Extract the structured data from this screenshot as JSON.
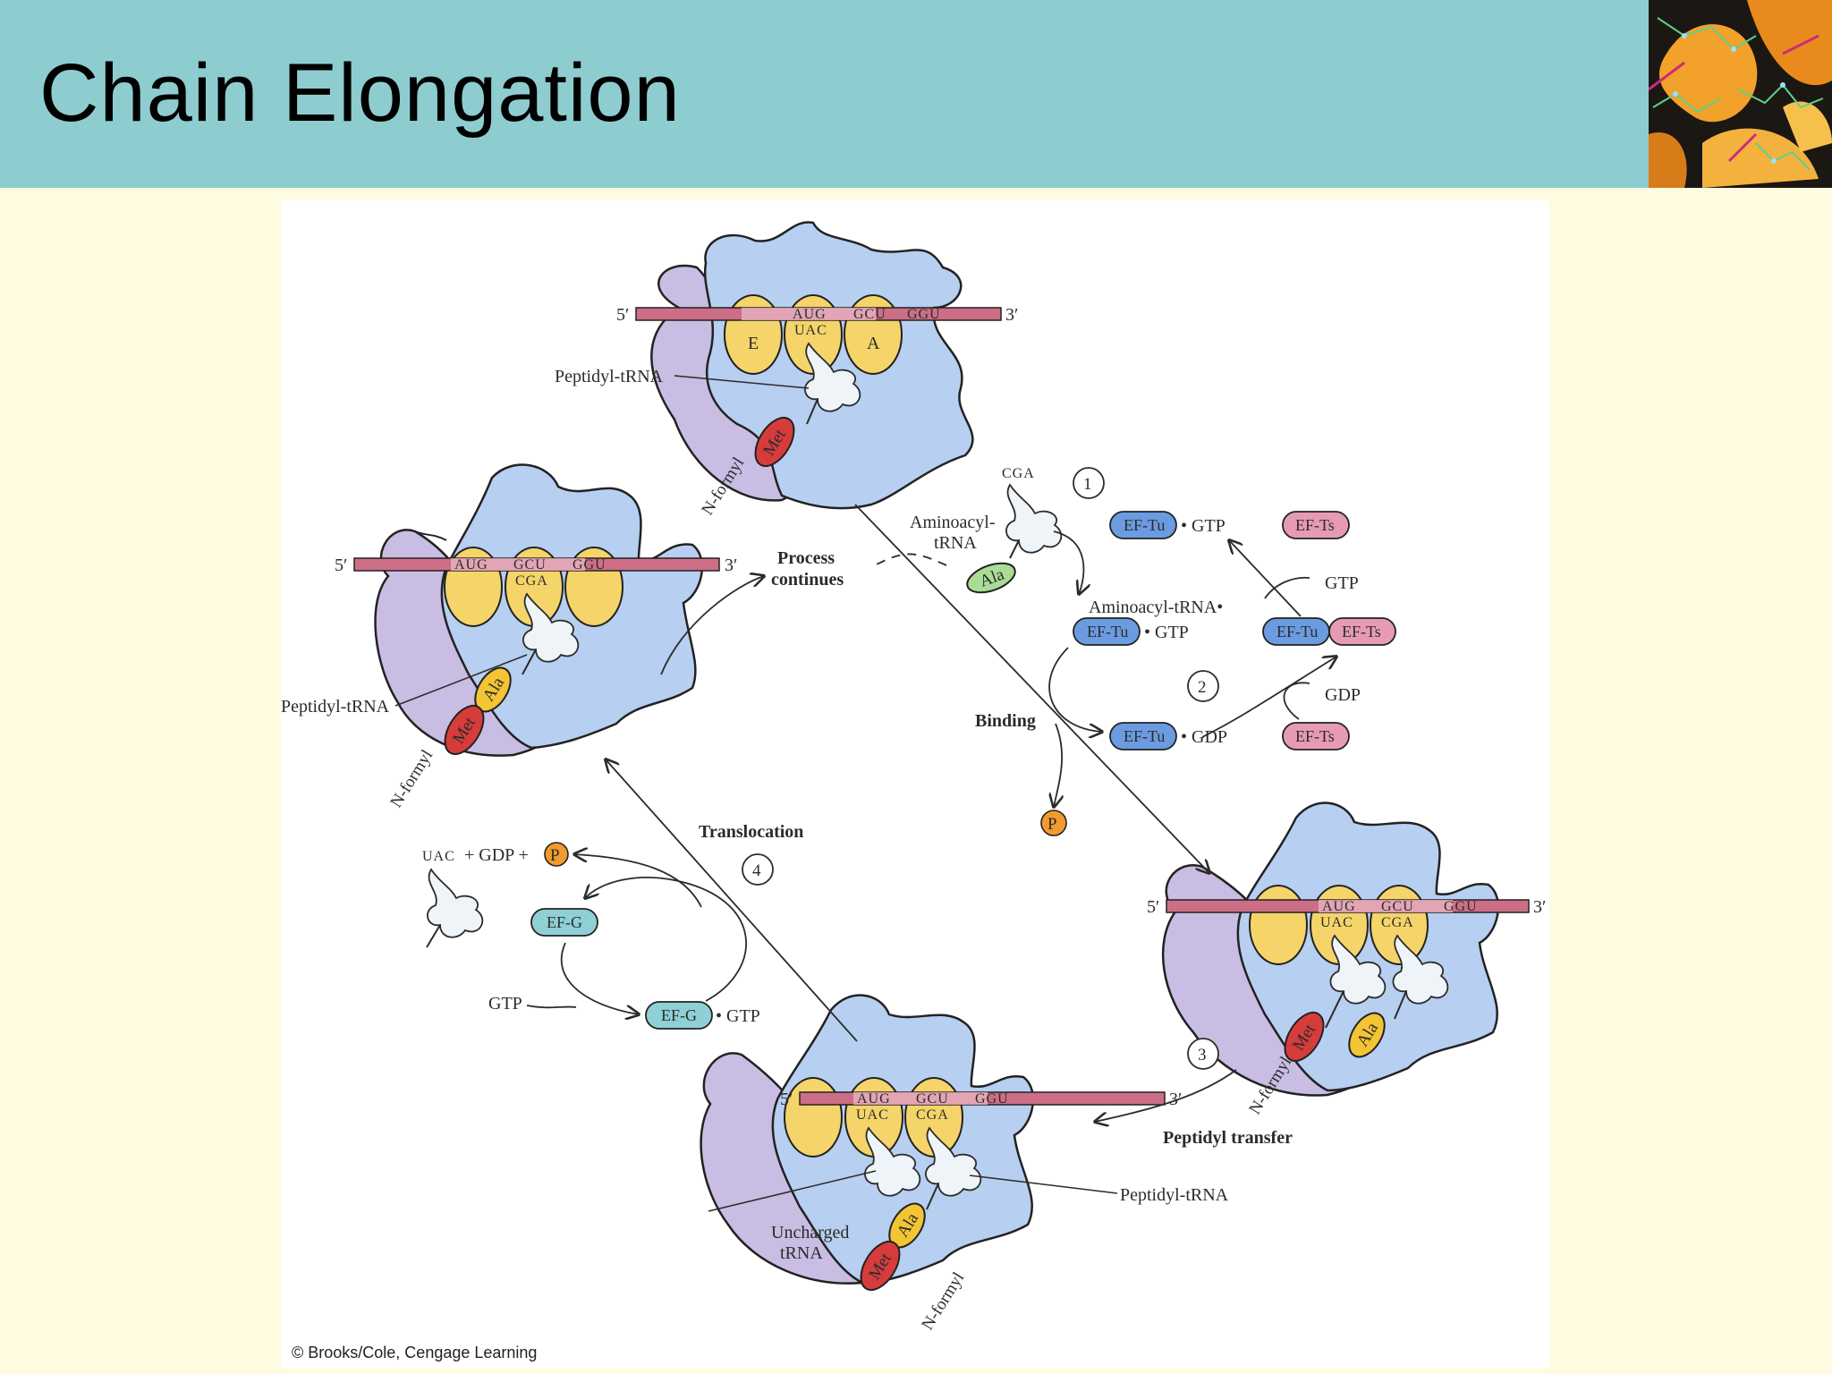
{
  "slide": {
    "title": "Chain Elongation"
  },
  "credit": "© Brooks/Cole, Cengage Learning",
  "colors": {
    "header": "#8ecdcf",
    "background": "#fffbe1",
    "ribosome_large": "#b7cff0",
    "ribosome_small": "#c9bde3",
    "site": "#f5d46a",
    "mrna": "#cc6f86",
    "ef_tu": "#6b9be0",
    "ef_ts": "#e79bb3",
    "ef_g": "#8fcfd6",
    "met": "#d63c3c",
    "ala_yellow": "#f3c534",
    "ala_green": "#a9dc95",
    "phosphate": "#f39a2c"
  },
  "ribosomes": {
    "top": {
      "five": "5′",
      "three": "3′",
      "codons": [
        "AUG",
        "GCU",
        "GGU"
      ],
      "anticodon": "UAC",
      "sites": [
        "E",
        "",
        "A"
      ],
      "label": "Peptidyl-tRNA",
      "met": "Met",
      "nformyl": "N-formyl"
    },
    "left": {
      "five": "5′",
      "three": "3′",
      "codons": [
        "AUG",
        "GCU",
        "GGU"
      ],
      "anticodon": "CGA",
      "label": "Peptidyl-tRNA",
      "met": "Met",
      "ala": "Ala",
      "nformyl": "N-formyl"
    },
    "right": {
      "five": "5′",
      "three": "3′",
      "codons": [
        "AUG",
        "GCU",
        "GGU"
      ],
      "anticodons": [
        "UAC",
        "CGA"
      ],
      "met": "Met",
      "ala": "Ala",
      "nformyl": "N-formyl"
    },
    "bottom": {
      "five": "5′",
      "three": "3′",
      "codons": [
        "AUG",
        "GCU",
        "GGU"
      ],
      "anticodons": [
        "UAC",
        "CGA"
      ],
      "label_peptidyl": "Peptidyl-tRNA",
      "label_uncharged": [
        "Uncharged",
        "tRNA"
      ],
      "met": "Met",
      "ala": "Ala",
      "nformyl": "N-formyl"
    }
  },
  "labels": {
    "process": [
      "Process",
      "continues"
    ],
    "binding": "Binding",
    "translocation": "Translocation",
    "peptidyl_transfer": "Peptidyl transfer"
  },
  "steps": [
    "1",
    "2",
    "3",
    "4"
  ],
  "ef_cycle": {
    "aminoacyl": [
      "Aminoacyl-",
      "tRNA"
    ],
    "cga": "CGA",
    "ala": "Ala",
    "ef_tu": "EF-Tu",
    "ef_ts": "EF-Ts",
    "gtp": "• GTP",
    "gdp": "• GDP",
    "gtp_free": "GTP",
    "gdp_free": "GDP",
    "aminoacyl_complex": "Aminoacyl-tRNA•",
    "phosphate": "P"
  },
  "ef_g_cycle": {
    "release": [
      "UAC",
      "+ GDP +"
    ],
    "phosphate": "P",
    "ef_g": "EF-G",
    "gtp_free": "GTP",
    "gtp_bound": "• GTP"
  }
}
